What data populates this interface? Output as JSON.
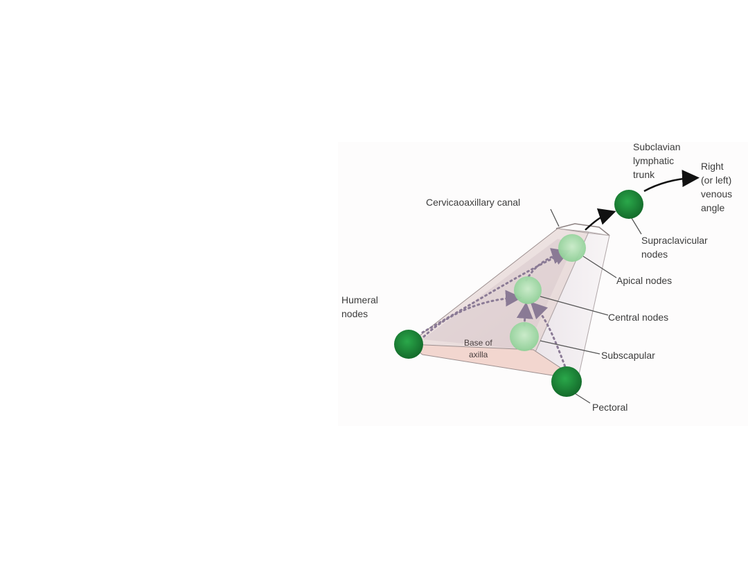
{
  "diagram": {
    "labels": {
      "subclavian": [
        "Subclavian",
        "lymphatic",
        "trunk"
      ],
      "venous_angle": [
        "Right",
        "(or left)",
        "venous",
        "angle"
      ],
      "canal": "Cervicaoaxillary canal",
      "supraclavicular": [
        "Supraclavicular",
        "nodes"
      ],
      "apical": "Apical nodes",
      "humeral": [
        "Humeral",
        "nodes"
      ],
      "central": "Central nodes",
      "base": [
        "Base of",
        "axilla"
      ],
      "subscapular": "Subscapular",
      "pectoral": "Pectoral"
    },
    "colors": {
      "node_dark": "#1f8a3a",
      "node_light": "#a8dcaa",
      "flow_arrow": "#8a7a95",
      "leader_line": "#555555",
      "pyramid_face": "#efe4e2",
      "pyramid_base": "#f3d9d2"
    }
  }
}
